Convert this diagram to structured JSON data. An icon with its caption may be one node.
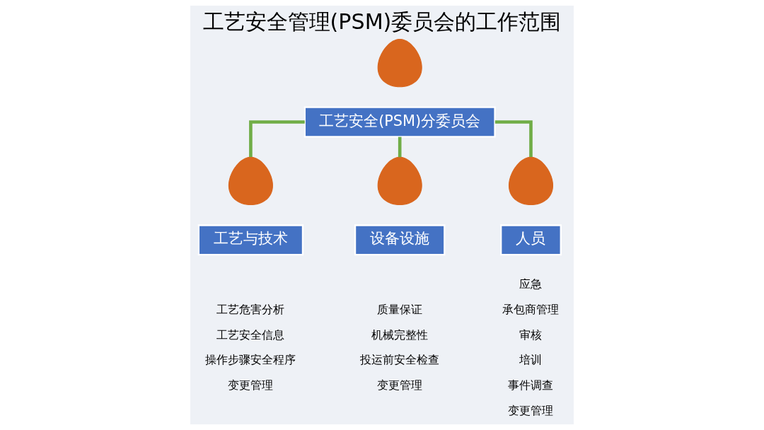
{
  "diagram": {
    "title": "工艺安全管理(PSM)委员会的工作范围",
    "nodes": [
      {
        "text": [],
        "shape": "person"
      },
      {
        "text": [
          "工艺安全(PSM)分委员会"
        ]
      },
      {
        "text": [],
        "shape": "person"
      },
      {
        "text": [
          "工艺与技术"
        ],
        "beside": [
          "工艺危害分析",
          "工艺安全信息",
          "操作步骤安全程序",
          "变更管理"
        ]
      },
      {
        "text": [],
        "shape": "person"
      },
      {
        "text": [
          "设备设施"
        ],
        "beside": [
          "质量保证",
          "机械完整性",
          "投运前安全检查",
          "变更管理"
        ]
      },
      {
        "text": [],
        "shape": "person"
      },
      {
        "text": [
          "人员"
        ],
        "beside": [
          "应急",
          "承包商管理",
          "审核",
          "培训",
          "事件调查",
          "变更管理"
        ]
      }
    ],
    "edges": [
      {
        "from": 1,
        "to": 2,
        "arrow": "none"
      },
      {
        "from": 1,
        "to": 4,
        "arrow": "none"
      },
      {
        "from": 1,
        "to": 6,
        "arrow": "none"
      }
    ]
  }
}
